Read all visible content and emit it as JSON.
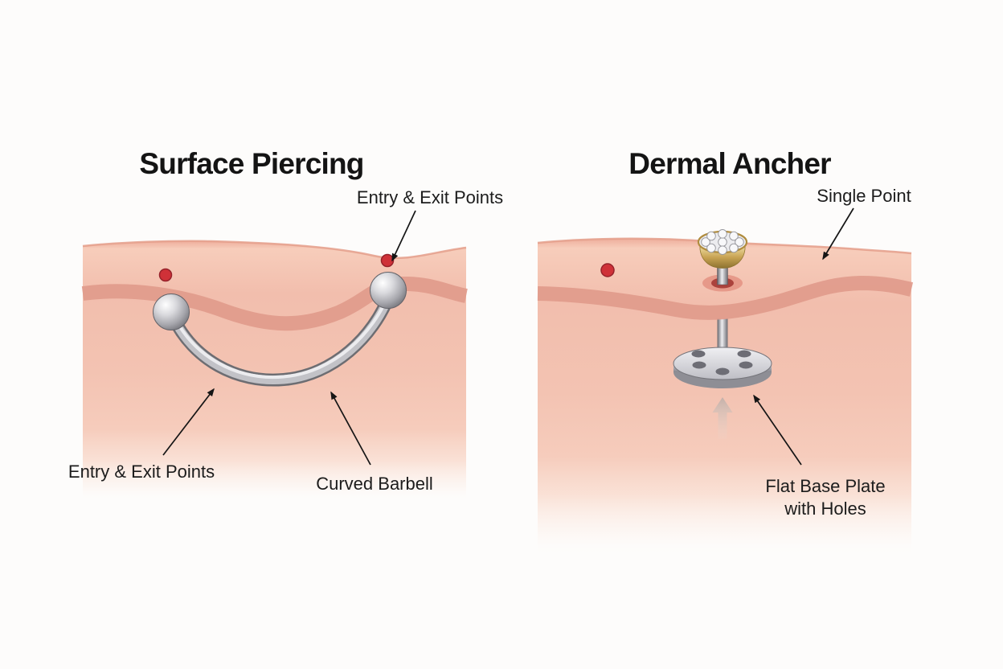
{
  "left_panel": {
    "title": "Surface Piercing",
    "label_top": "Entry & Exit Points",
    "label_bottom_left": "Entry & Exit Points",
    "label_bottom_right": "Curved Barbell"
  },
  "right_panel": {
    "title": "Dermal Ancher",
    "label_top": "Single Point",
    "label_bottom_line1": "Flat Base Plate",
    "label_bottom_line2": "with Holes"
  },
  "icons": {
    "entry_exit_dots": "red-dot-marker",
    "barbell": "curved-barbell-jewelry",
    "anchor": "dermal-anchor-jewelry"
  },
  "colors": {
    "background": "#fdfcfb",
    "title_text": "#141414",
    "label_text": "#1c1c1c",
    "skin_light": "#f8d2c2",
    "skin_mid": "#f2bfad",
    "skin_edge": "#e49d8a",
    "dermis_stripe": "#e09a8b",
    "entry_point_red": "#cf3138",
    "metal_light": "#f1f1f3",
    "metal_mid": "#c2c2c7",
    "metal_dark": "#6d6d72",
    "gold": "#c7a252",
    "arrow_black": "#151515"
  }
}
